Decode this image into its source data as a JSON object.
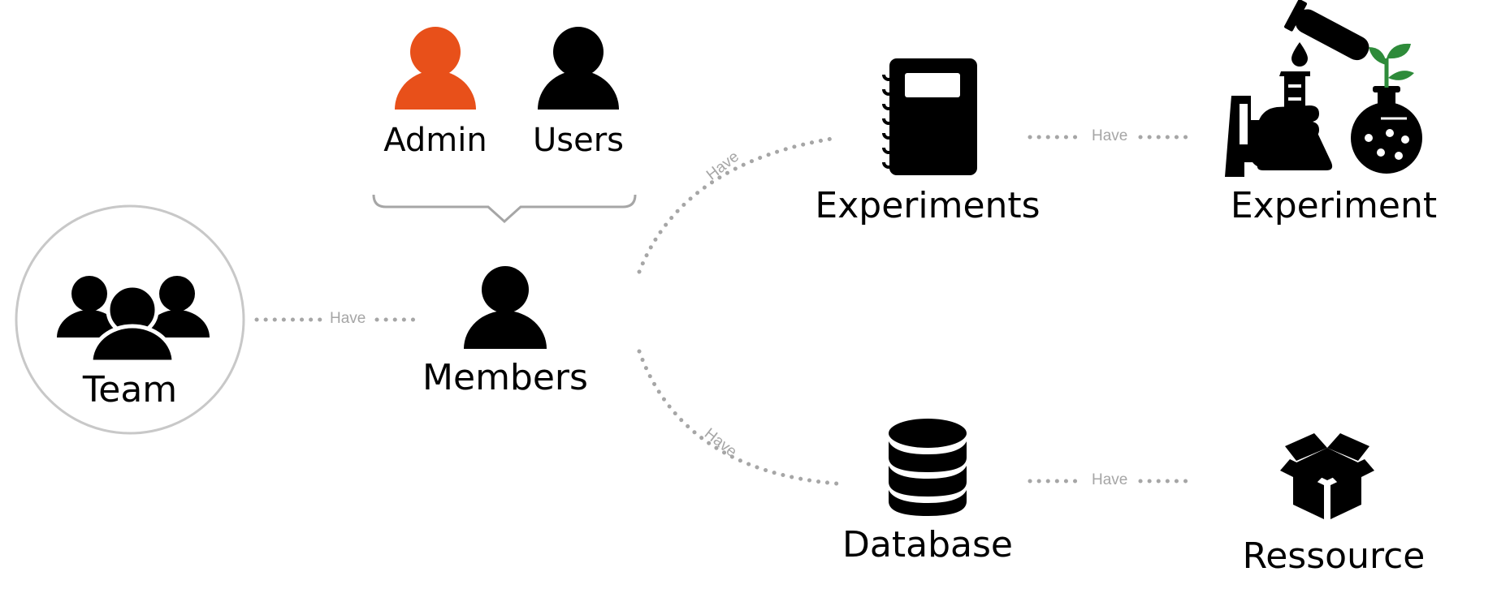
{
  "nodes": {
    "team": "Team",
    "members": "Members",
    "admin": "Admin",
    "users": "Users",
    "experiments": "Experiments",
    "experiment": "Experiment",
    "database": "Database",
    "ressource": "Ressource"
  },
  "connectors": {
    "team_members": "Have",
    "members_experiments": "Have",
    "members_database": "Have",
    "experiments_experiment": "Have",
    "database_ressource": "Have"
  },
  "colors": {
    "admin_accent": "#e8501a",
    "connector": "#a6a6a6",
    "icon": "#000000",
    "plant": "#2e8b3a"
  },
  "icons": {
    "team": "people-group-icon",
    "admin": "user-icon",
    "users": "user-icon",
    "members": "user-icon",
    "experiments": "notebook-icon",
    "experiment": "lab-flask-icon",
    "database": "database-icon",
    "ressource": "open-box-icon"
  }
}
